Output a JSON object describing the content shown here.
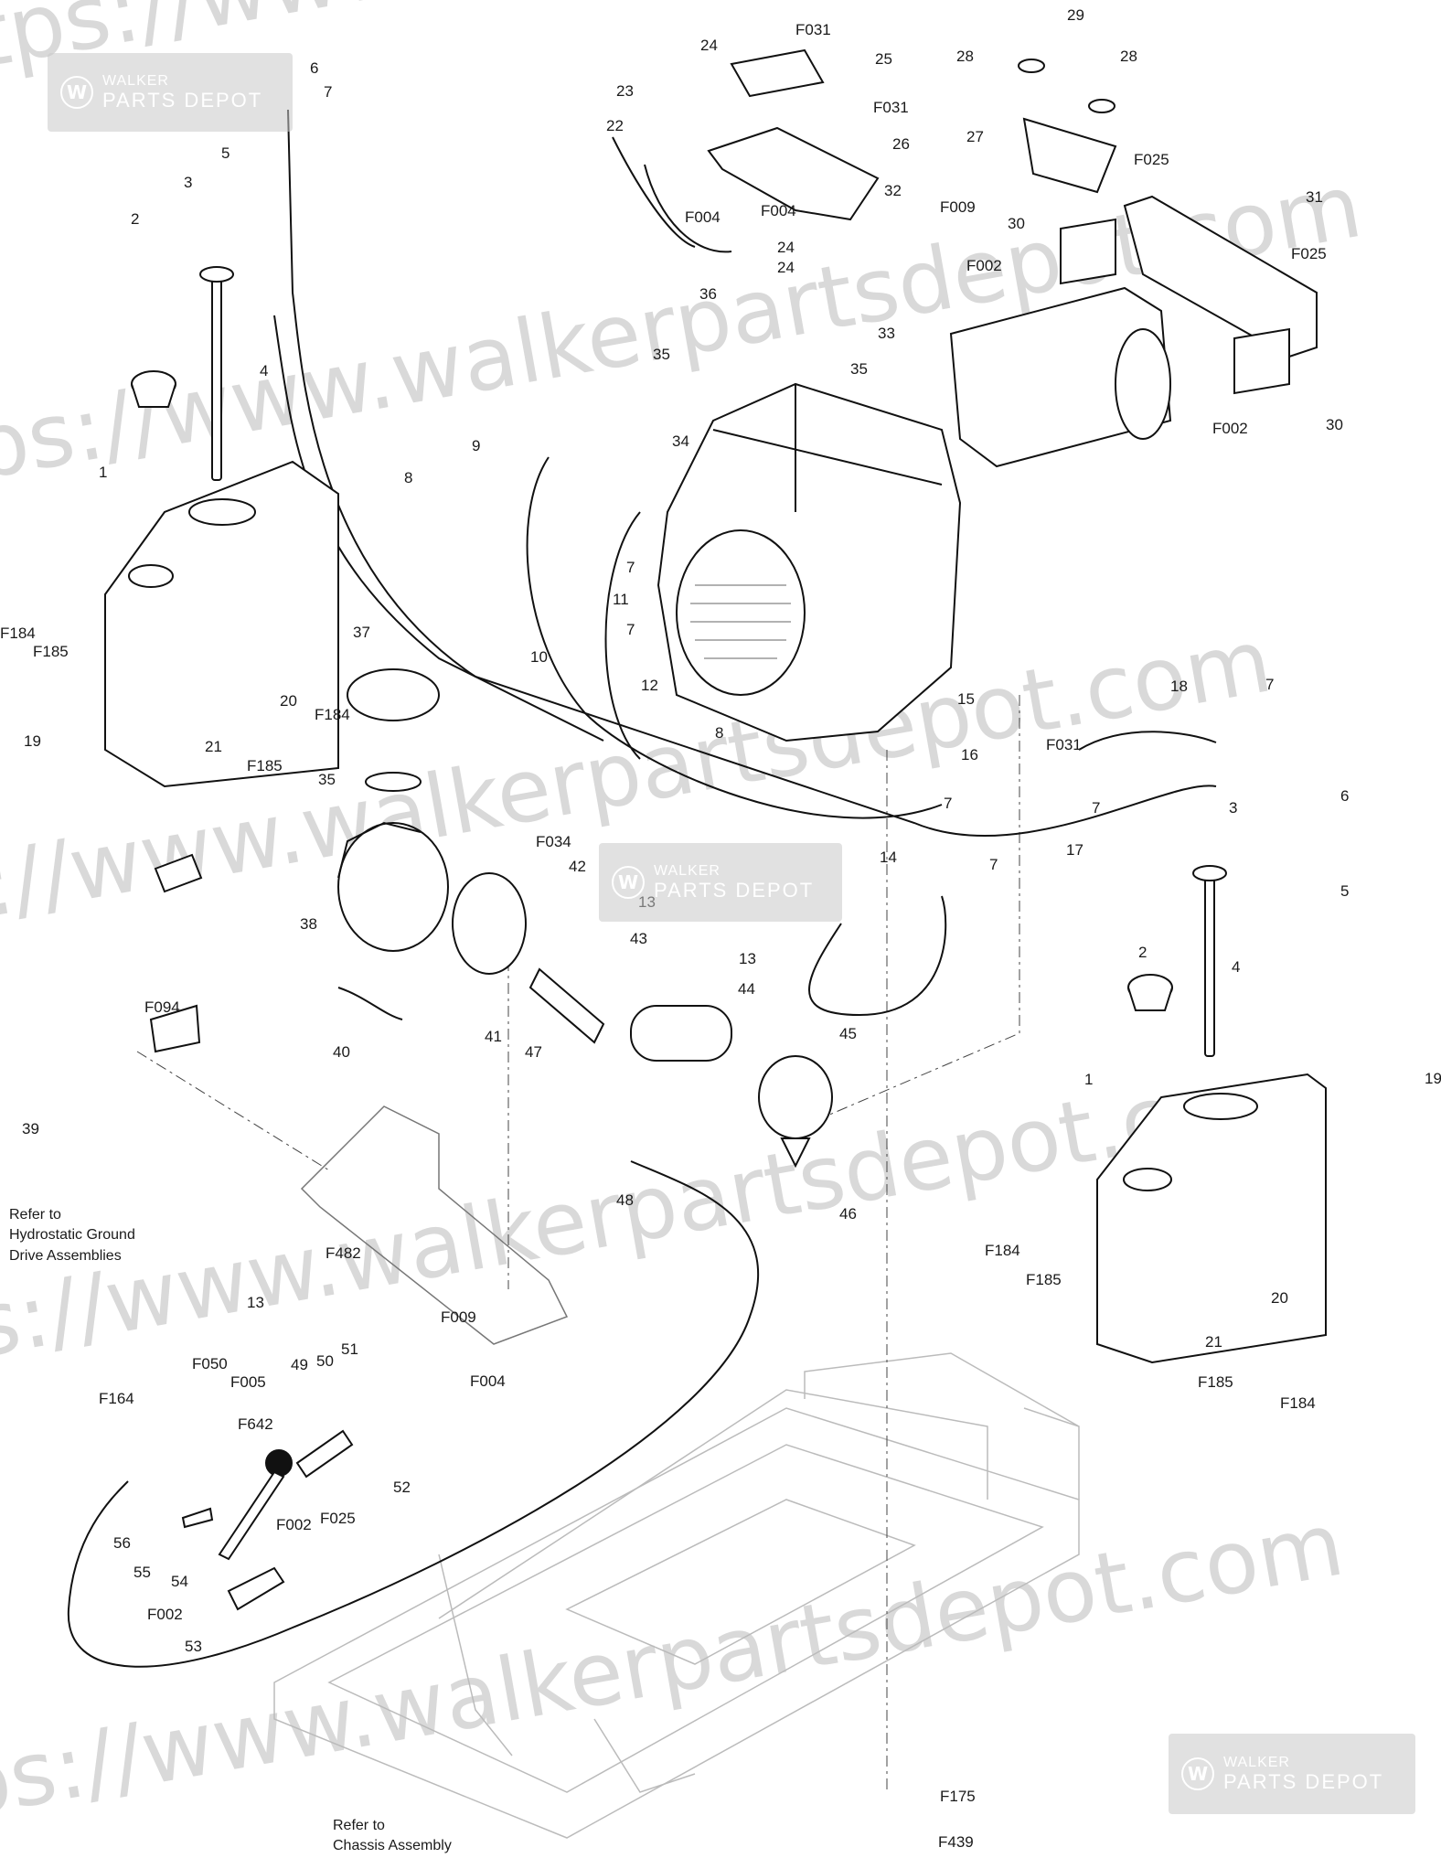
{
  "watermark": {
    "url_text": "https://www.walkerpartsdepot.com",
    "logo": {
      "line1": "WALKER",
      "line2": "PARTS DEPOT",
      "mark": "W"
    }
  },
  "notes": {
    "hydrostatic": [
      "Refer to",
      "Hydrostatic Ground",
      "Drive Assemblies"
    ],
    "chassis": [
      "Refer to",
      "Chassis Assembly"
    ]
  },
  "labels": {
    "fuel_left": [
      "1",
      "2",
      "3",
      "4",
      "5",
      "6",
      "7",
      "8",
      "19",
      "20",
      "21",
      "F184",
      "F185"
    ],
    "top_engine": [
      "22",
      "23",
      "24",
      "24",
      "24",
      "25",
      "26",
      "F031",
      "F031",
      "F004",
      "F004",
      "32",
      "36",
      "35",
      "35",
      "34",
      "9",
      "10",
      "11",
      "12",
      "7",
      "7"
    ],
    "muffler": [
      "27",
      "28",
      "28",
      "29",
      "30",
      "30",
      "31",
      "33",
      "F009",
      "F025",
      "F025",
      "F002",
      "F002"
    ],
    "air_intake": [
      "37",
      "F184",
      "F185",
      "35",
      "38",
      "39",
      "40",
      "41",
      "42",
      "43",
      "44",
      "45",
      "46",
      "47",
      "48",
      "F034",
      "F094",
      "13",
      "13"
    ],
    "fuel_right": [
      "1",
      "2",
      "3",
      "4",
      "5",
      "6",
      "7",
      "7",
      "7",
      "7",
      "14",
      "15",
      "16",
      "17",
      "18",
      "19",
      "20",
      "21",
      "F031",
      "F184",
      "F185",
      "F184",
      "F185"
    ],
    "throttle": [
      "13",
      "F164",
      "F050",
      "F005",
      "F642",
      "49",
      "50",
      "51",
      "52",
      "53",
      "54",
      "55",
      "56",
      "F002",
      "F002",
      "F025"
    ],
    "frame": [
      "F482",
      "F009",
      "F004",
      "F175",
      "F439",
      "8"
    ]
  }
}
